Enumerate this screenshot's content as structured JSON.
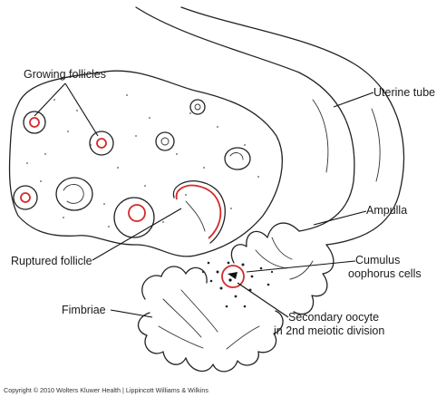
{
  "labels": {
    "growing_follicles": "Growing follicles",
    "uterine_tube": "Uterine tube",
    "ampulla": "Ampulla",
    "ruptured_follicle": "Ruptured follicle",
    "cumulus_line1": "Cumulus",
    "cumulus_line2": "oophorus cells",
    "fimbriae": "Fimbriae",
    "oocyte_line1": "Secondary oocyte",
    "oocyte_line2": "in 2nd meiotic division"
  },
  "copyright": "Copyright © 2010 Wolters Kluwer Health | Lippincott Williams & Wilkins",
  "colors": {
    "highlight_red": "#d42a2a",
    "ink": "#222222",
    "background": "#ffffff"
  }
}
